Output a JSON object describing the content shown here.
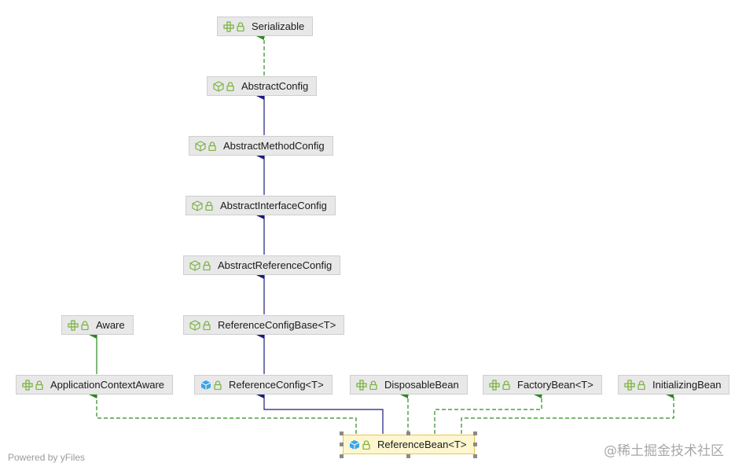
{
  "colors": {
    "implements_edge": "#2a8a1e",
    "extends_edge": "#1a1a80",
    "interface_icon": "#7cb342",
    "class_icon": "#7cb342",
    "bean_icon": "#3aa4e8",
    "selected_fill": "#fdf6cf"
  },
  "nodes": {
    "serializable": {
      "label": "Serializable",
      "icon": "interface-icon"
    },
    "abstract_config": {
      "label": "AbstractConfig",
      "icon": "abstract-class-icon"
    },
    "abstract_method_config": {
      "label": "AbstractMethodConfig",
      "icon": "abstract-class-icon"
    },
    "abstract_interface_config": {
      "label": "AbstractInterfaceConfig",
      "icon": "abstract-class-icon"
    },
    "abstract_reference_config": {
      "label": "AbstractReferenceConfig",
      "icon": "abstract-class-icon"
    },
    "reference_config_base": {
      "label": "ReferenceConfigBase<T>",
      "icon": "abstract-class-icon"
    },
    "aware": {
      "label": "Aware",
      "icon": "interface-icon"
    },
    "application_context_aware": {
      "label": "ApplicationContextAware",
      "icon": "interface-icon"
    },
    "reference_config": {
      "label": "ReferenceConfig<T>",
      "icon": "class-icon"
    },
    "disposable_bean": {
      "label": "DisposableBean",
      "icon": "interface-icon"
    },
    "factory_bean": {
      "label": "FactoryBean<T>",
      "icon": "interface-icon"
    },
    "initializing_bean": {
      "label": "InitializingBean",
      "icon": "interface-icon"
    },
    "reference_bean": {
      "label": "ReferenceBean<T>",
      "icon": "class-icon"
    }
  },
  "footer": {
    "powered_by": "Powered by yFiles"
  },
  "watermark": {
    "text": "@稀土掘金技术社区"
  }
}
